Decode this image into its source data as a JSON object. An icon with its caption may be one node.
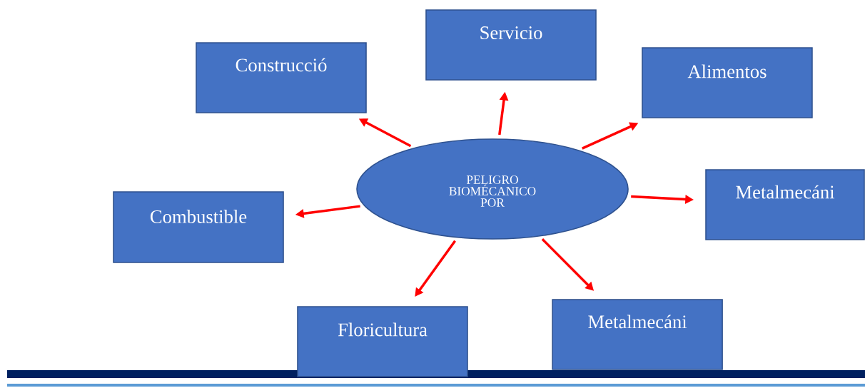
{
  "diagram": {
    "nodes": [
      {
        "text": [
          "PELIGRO BIOMÉCANICO POR"
        ]
      },
      {
        "text": [
          "Construcció"
        ]
      },
      {
        "text": [
          "Servicio"
        ]
      },
      {
        "text": [
          "Alimentos"
        ]
      },
      {
        "text": [
          "Combustible"
        ]
      },
      {
        "text": [
          "Metalmecáni"
        ]
      },
      {
        "text": [
          "Floricultura"
        ]
      },
      {
        "text": [
          "Metalmecáni"
        ]
      }
    ],
    "edges": [
      {
        "from": 0,
        "to": 1,
        "arrow": "to"
      },
      {
        "from": 0,
        "to": 2,
        "arrow": "to"
      },
      {
        "from": 0,
        "to": 3,
        "arrow": "to"
      },
      {
        "from": 0,
        "to": 4,
        "arrow": "to"
      },
      {
        "from": 0,
        "to": 5,
        "arrow": "to"
      },
      {
        "from": 0,
        "to": 6,
        "arrow": "to"
      },
      {
        "from": 0,
        "to": 7,
        "arrow": "to"
      }
    ]
  }
}
